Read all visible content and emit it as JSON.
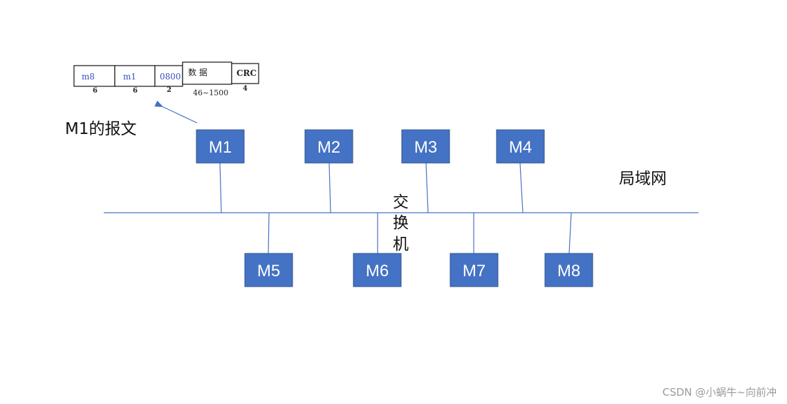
{
  "frame": {
    "fields": [
      {
        "label": "m8",
        "size": "6",
        "style": "blue"
      },
      {
        "label": "m1",
        "size": "6",
        "style": "blue"
      },
      {
        "label": "0800",
        "size": "2",
        "style": "blue"
      },
      {
        "label": "数 据",
        "size": "46~1500",
        "style": "dark"
      },
      {
        "label": "CRC",
        "size": "4",
        "style": "dark-bold"
      }
    ]
  },
  "labels": {
    "frame_caption": "M1的报文",
    "lan": "局域网",
    "switch": "交换机",
    "switch_chars": [
      "交",
      "换",
      "机"
    ]
  },
  "nodes": {
    "top": [
      "M1",
      "M2",
      "M3",
      "M4"
    ],
    "bottom": [
      "M5",
      "M6",
      "M7",
      "M8"
    ]
  },
  "watermark": "CSDN @小蜗牛~向前冲",
  "colors": {
    "node_fill": "#4472c4",
    "line": "#4472c4"
  }
}
